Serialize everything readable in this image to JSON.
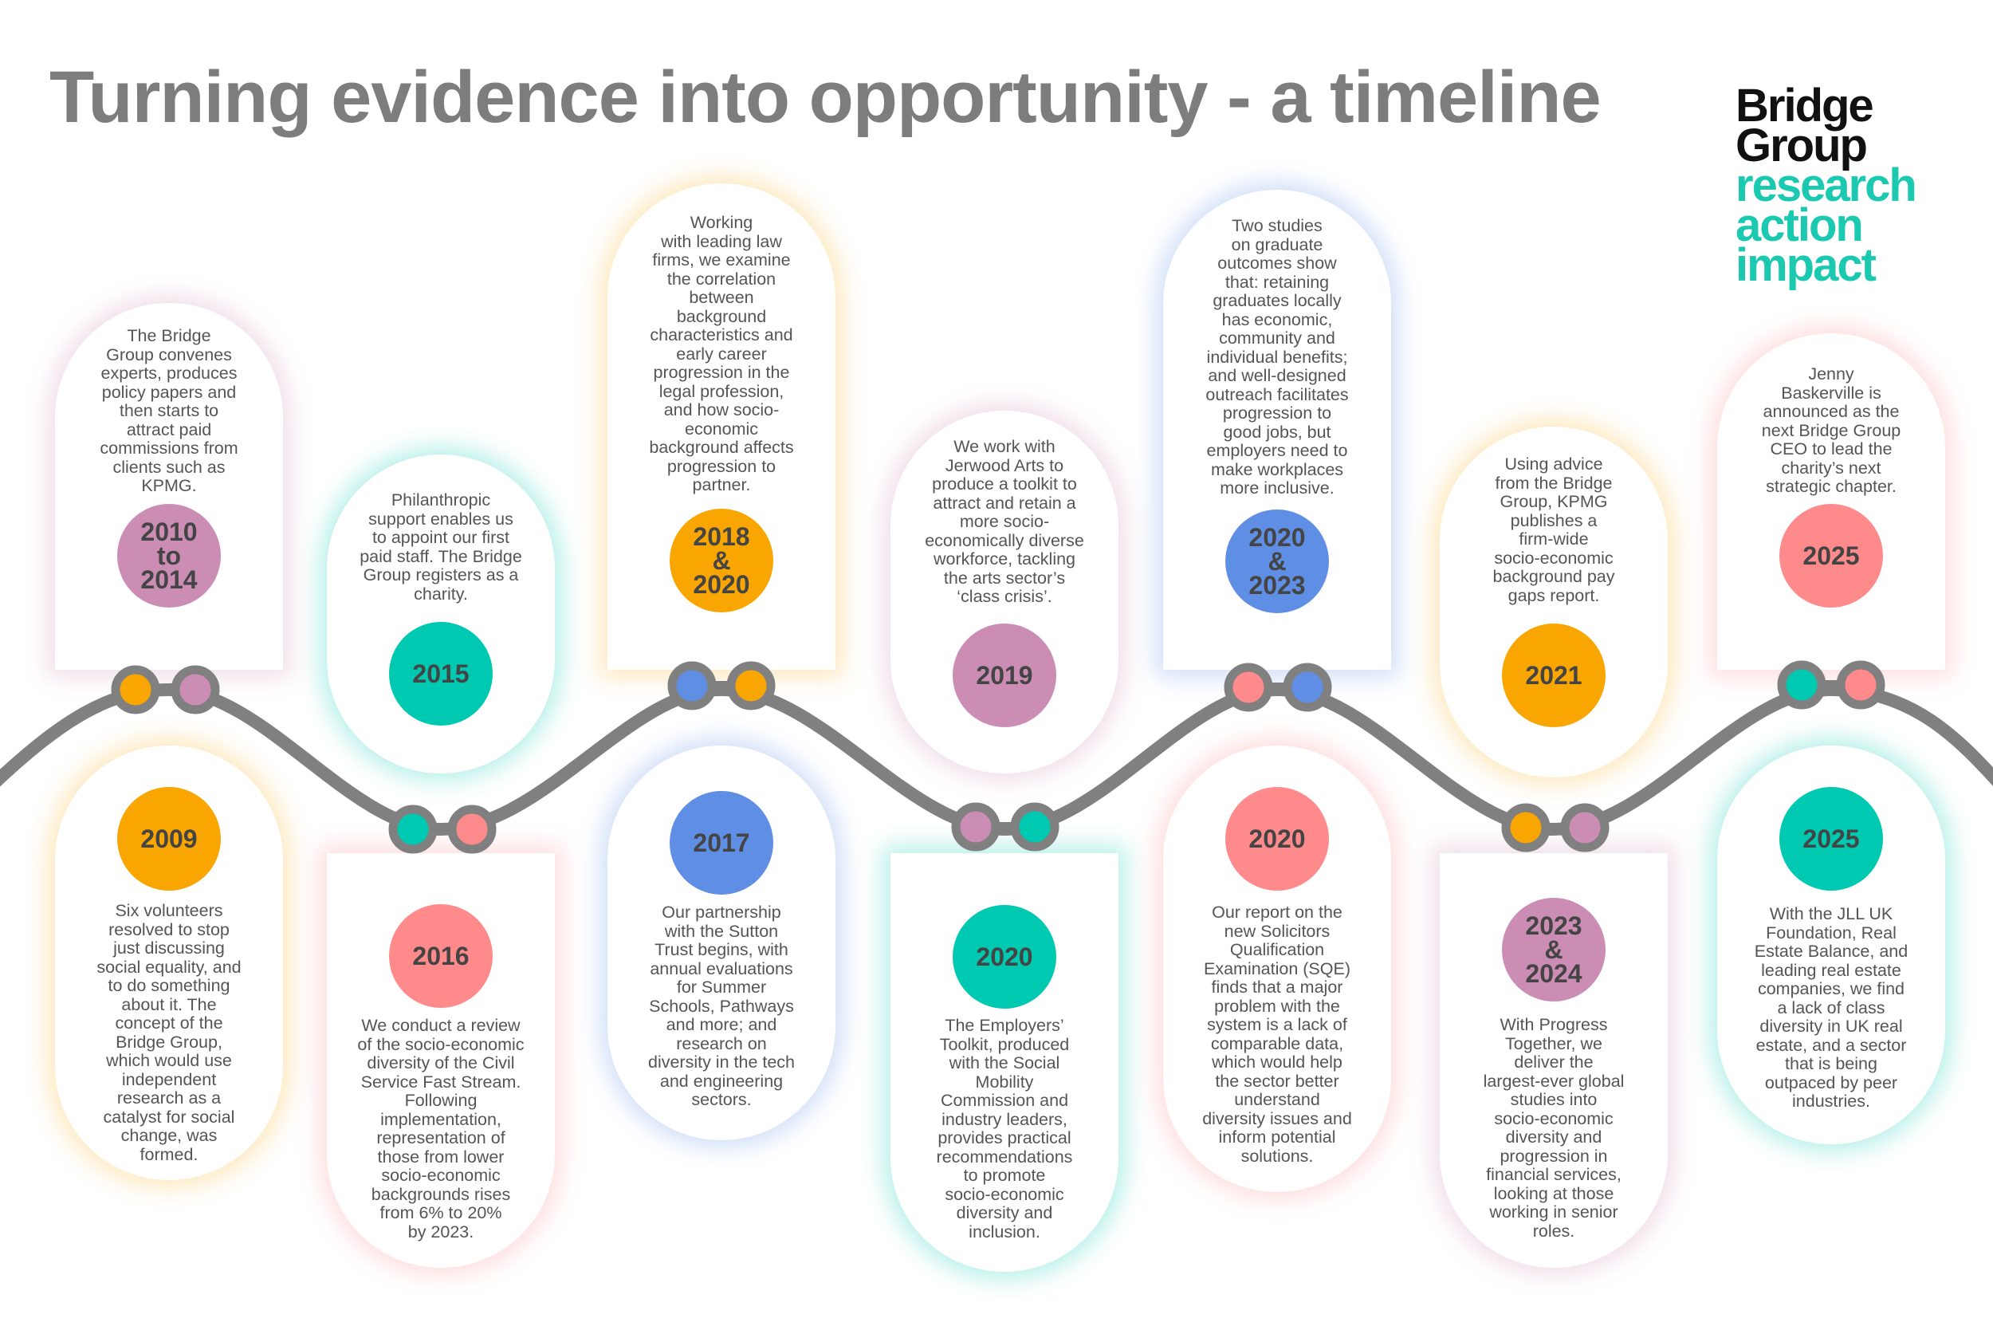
{
  "header": {
    "title": "Turning evidence into opportunity - a timeline"
  },
  "logo": {
    "line1": "Bridge",
    "line2": "Group",
    "tag1": "research",
    "tag2": "action",
    "tag3": "impact"
  },
  "colors": {
    "orange": "#f9a602",
    "pink": "#ff8a8c",
    "mauve": "#cc8db5",
    "teal": "#00c9b1",
    "blue": "#5f8ee5",
    "line": "#808080",
    "title": "#7d7d7d",
    "logo_teal": "#1ac9b0"
  },
  "timeline": {
    "top": [
      {
        "year": "2010\nto\n2014",
        "color": "mauve",
        "text": "The Bridge\nGroup convenes\nexperts, produces\npolicy papers and\nthen starts to\nattract paid\ncommissions from\nclients such as\nKPMG."
      },
      {
        "year": "2015",
        "color": "teal",
        "text": "Philanthropic\nsupport enables us\nto appoint our first\npaid staff. The Bridge\nGroup registers as a\ncharity."
      },
      {
        "year": "2018\n&\n2020",
        "color": "orange",
        "text": "Working\nwith leading law\nfirms, we examine\nthe correlation\nbetween\nbackground\ncharacteristics and\nearly career\nprogression in the\nlegal profession,\nand how socio-\neconomic\nbackground affects\nprogression to\npartner."
      },
      {
        "year": "2019",
        "color": "mauve",
        "text": "We work with\nJerwood Arts to\nproduce a toolkit to\nattract and retain a\nmore socio-\neconomically diverse\nworkforce, tackling\nthe arts sector’s\n‘class crisis’."
      },
      {
        "year": "2020\n&\n2023",
        "color": "blue",
        "text": "Two studies\non graduate\noutcomes show\nthat: retaining\ngraduates locally\nhas economic,\ncommunity and\nindividual benefits;\nand well-designed\noutreach facilitates\nprogression to\ngood jobs, but\nemployers need to\nmake workplaces\nmore inclusive."
      },
      {
        "year": "2021",
        "color": "orange",
        "text": "Using advice\nfrom the Bridge\nGroup, KPMG\npublishes a\nfirm-wide\nsocio-economic\nbackground pay\ngaps report."
      },
      {
        "year": "2025",
        "color": "pink",
        "text": "Jenny\nBaskerville is\nannounced as the\nnext Bridge Group\nCEO to lead the\ncharity’s next\nstrategic chapter."
      }
    ],
    "bottom": [
      {
        "year": "2009",
        "color": "orange",
        "text": "Six volunteers\nresolved to stop\njust discussing\nsocial equality, and\nto do something\nabout it. The\nconcept of the\nBridge Group,\nwhich would use\nindependent\nresearch as a\ncatalyst for social\nchange, was\nformed."
      },
      {
        "year": "2016",
        "color": "pink",
        "text": "We conduct a review\nof the socio-economic\ndiversity of the Civil\nService Fast Stream.\nFollowing\nimplementation,\nrepresentation of\nthose from lower\nsocio-economic\nbackgrounds rises\nfrom 6% to 20%\nby 2023."
      },
      {
        "year": "2017",
        "color": "blue",
        "text": "Our partnership\nwith the Sutton\nTrust begins, with\nannual evaluations\nfor Summer\nSchools, Pathways\nand more; and\nresearch on\ndiversity in the tech\nand engineering\nsectors."
      },
      {
        "year": "2020",
        "color": "teal",
        "text": "The Employers’\nToolkit, produced\nwith the Social\nMobility\nCommission and\nindustry leaders,\nprovides practical\nrecommendations\nto promote\nsocio-economic\ndiversity and\ninclusion."
      },
      {
        "year": "2020",
        "color": "pink",
        "text": "Our report on the\nnew Solicitors\nQualification\nExamination (SQE)\nfinds that a major\nproblem with the\nsystem is a lack of\ncomparable data,\nwhich would help\nthe sector better\nunderstand\ndiversity issues and\ninform potential\nsolutions."
      },
      {
        "year": "2023\n&\n2024",
        "color": "mauve",
        "text": "With Progress\nTogether, we\ndeliver the\nlargest-ever global\nstudies into\nsocio-economic\ndiversity and\nprogression in\nfinancial services,\nlooking at those\nworking in senior\nroles."
      },
      {
        "year": "2025",
        "color": "teal",
        "text": "With the JLL UK\nFoundation, Real\nEstate Balance, and\nleading real estate\ncompanies, we find\na lack of class\ndiversity in UK real\nestate, and a sector\nthat is being\noutpaced by peer\nindustries."
      }
    ]
  }
}
